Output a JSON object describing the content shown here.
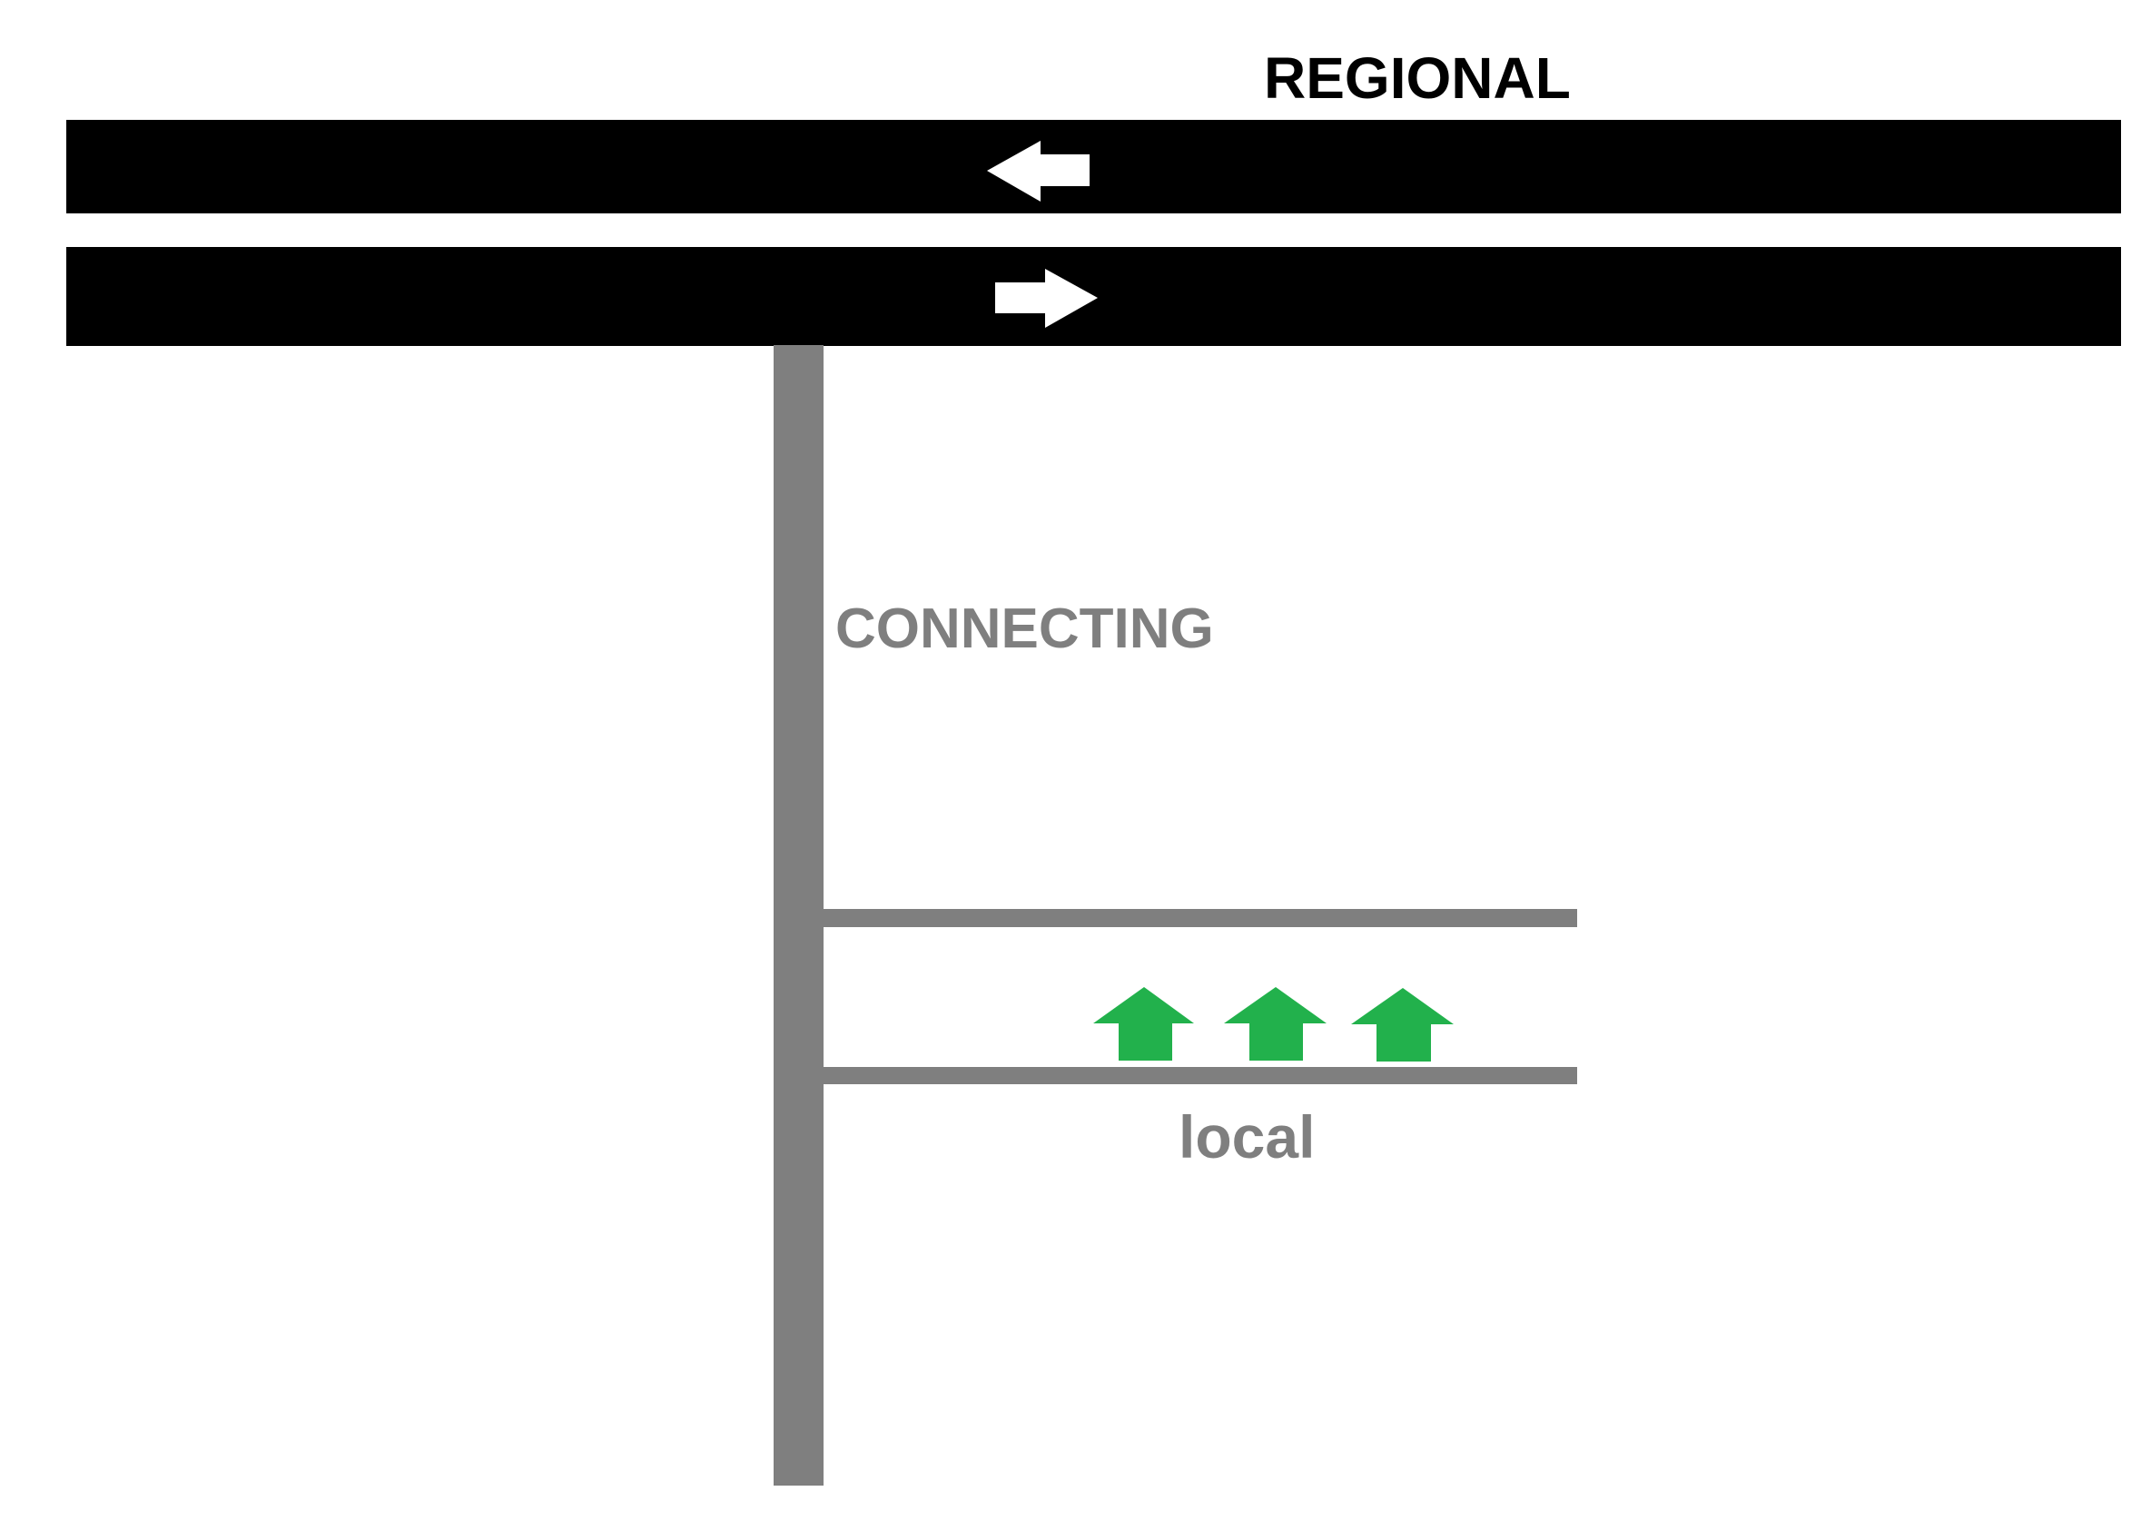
{
  "labels": {
    "regional": "REGIONAL",
    "connecting": "CONNECTING",
    "local": "local"
  },
  "colors": {
    "regional_road": "#000000",
    "connecting_road": "#7f7f7f",
    "local_road": "#7f7f7f",
    "traffic_arrow": "#ffffff",
    "access_arrow": "#22b14c",
    "regional_text": "#000000",
    "gray_text": "#7f7f7f"
  },
  "icons": {
    "regional_westbound": "arrow-left-icon",
    "regional_eastbound": "arrow-right-icon",
    "local_access": "arrow-up-icon"
  }
}
